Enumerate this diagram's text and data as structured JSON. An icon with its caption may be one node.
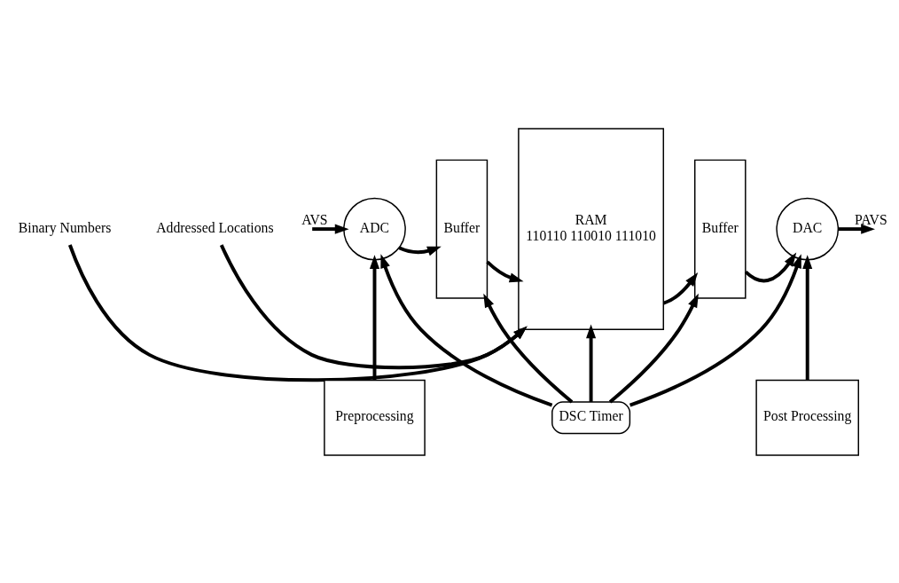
{
  "diagram": {
    "nodes": [
      {
        "text": [
          "ADC"
        ]
      },
      {
        "text": [
          "Buffer"
        ]
      },
      {
        "text": [
          "RAM",
          "110110 110010 111010"
        ]
      },
      {
        "text": [
          "Buffer"
        ]
      },
      {
        "text": [
          "DAC"
        ]
      },
      {
        "text": [
          "Binary Numbers"
        ]
      },
      {
        "text": [
          "Addressed Locations"
        ]
      },
      {
        "text": [
          "Preprocessing"
        ]
      },
      {
        "text": [
          "DSC Timer"
        ]
      },
      {
        "text": [
          "Post Processing"
        ]
      }
    ],
    "edges": [
      {
        "from": null,
        "to": 0,
        "arrow": "to",
        "label": "AVS"
      },
      {
        "from": 0,
        "to": 1,
        "arrow": "to"
      },
      {
        "from": 1,
        "to": 2,
        "arrow": "to"
      },
      {
        "from": 2,
        "to": 3,
        "arrow": "to"
      },
      {
        "from": 3,
        "to": 4,
        "arrow": "to"
      },
      {
        "from": 4,
        "to": null,
        "arrow": "to",
        "label": "PAVS"
      },
      {
        "from": 5,
        "to": 2,
        "arrow": "to"
      },
      {
        "from": 6,
        "to": 2,
        "arrow": "to"
      },
      {
        "from": 7,
        "to": 0,
        "arrow": "to"
      },
      {
        "from": 9,
        "to": 4,
        "arrow": "to"
      },
      {
        "from": 8,
        "to": 2,
        "arrow": "to"
      },
      {
        "from": 8,
        "to": 0,
        "arrow": "to"
      },
      {
        "from": 8,
        "to": 1,
        "arrow": "to"
      },
      {
        "from": 8,
        "to": 3,
        "arrow": "to"
      },
      {
        "from": 8,
        "to": 4,
        "arrow": "to"
      }
    ]
  }
}
